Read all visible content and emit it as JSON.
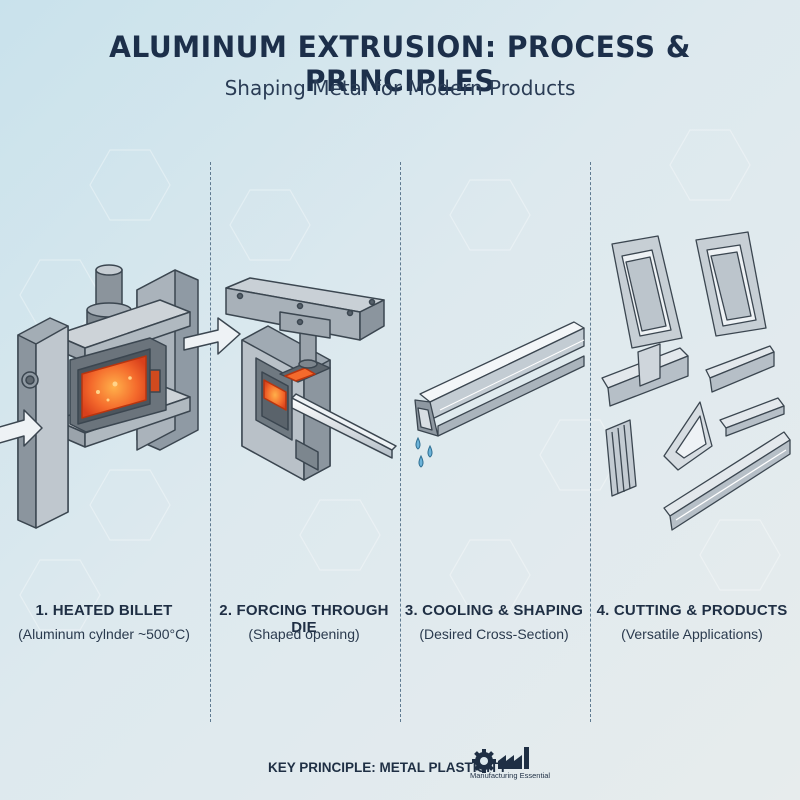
{
  "header": {
    "title": "ALUMINUM EXTRUSION: PROCESS & PRINCIPLES",
    "subtitle": "Shaping Metal for Modern Products"
  },
  "steps": [
    {
      "title": "1. HEATED BILLET",
      "caption": "(Aluminum cylnder ~500°C)"
    },
    {
      "title": "2. FORCING THROUGH DIE",
      "caption": "(Shaped opening)"
    },
    {
      "title": "3. COOLING & SHAPING",
      "caption": "(Desired Cross-Section)"
    },
    {
      "title": "4. CUTTING & PRODUCTS",
      "caption": "(Versatile Applications)"
    }
  ],
  "footer": {
    "key_principle": "KEY PRINCIPLE: METAL PLASTICITY",
    "logo_text": "Manufacturing Essential"
  },
  "colors": {
    "title": "#1c2f4a",
    "metal_light": "#c2c9d0",
    "metal_mid": "#9aa4ad",
    "metal_dark": "#6c757e",
    "hot_billet": "#f0582a",
    "arrow": "#eef2f5",
    "water": "#6cb3d9"
  }
}
